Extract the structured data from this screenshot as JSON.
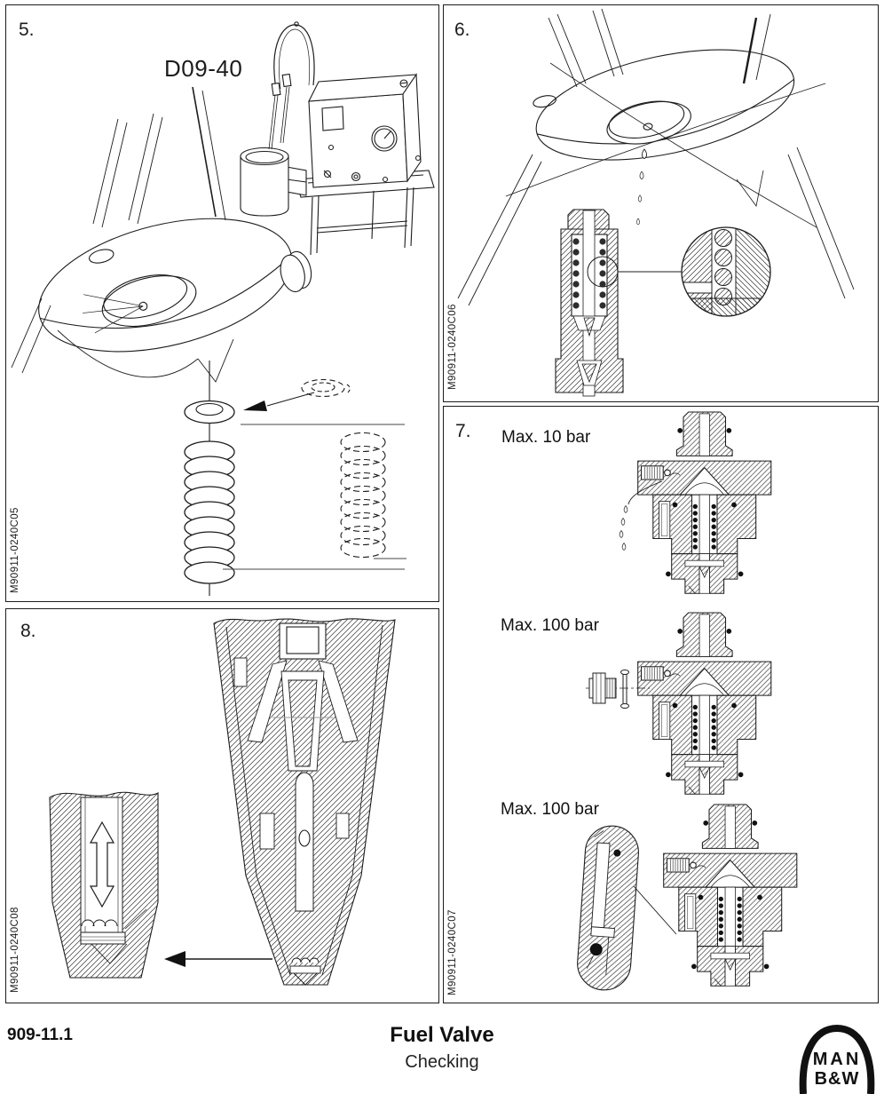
{
  "panels": {
    "p5": {
      "number": "5.",
      "tool_code": "D09-40",
      "figure_code": "M90911-0240C05"
    },
    "p6": {
      "number": "6.",
      "figure_code": "M90911-0240C06"
    },
    "p7": {
      "number": "7.",
      "pressure_labels": [
        "Max. 10 bar",
        "Max. 100 bar",
        "Max. 100 bar"
      ],
      "figure_code": "M90911-0240C07"
    },
    "p8": {
      "number": "8.",
      "figure_code": "M90911-0240C08"
    }
  },
  "footer": {
    "section_number": "909-11.1",
    "title": "Fuel Valve",
    "subtitle": "Checking"
  },
  "logo": {
    "line1": "MAN",
    "line2": "B&W"
  },
  "colors": {
    "ink": "#1a1a1a",
    "paper": "#ffffff"
  }
}
